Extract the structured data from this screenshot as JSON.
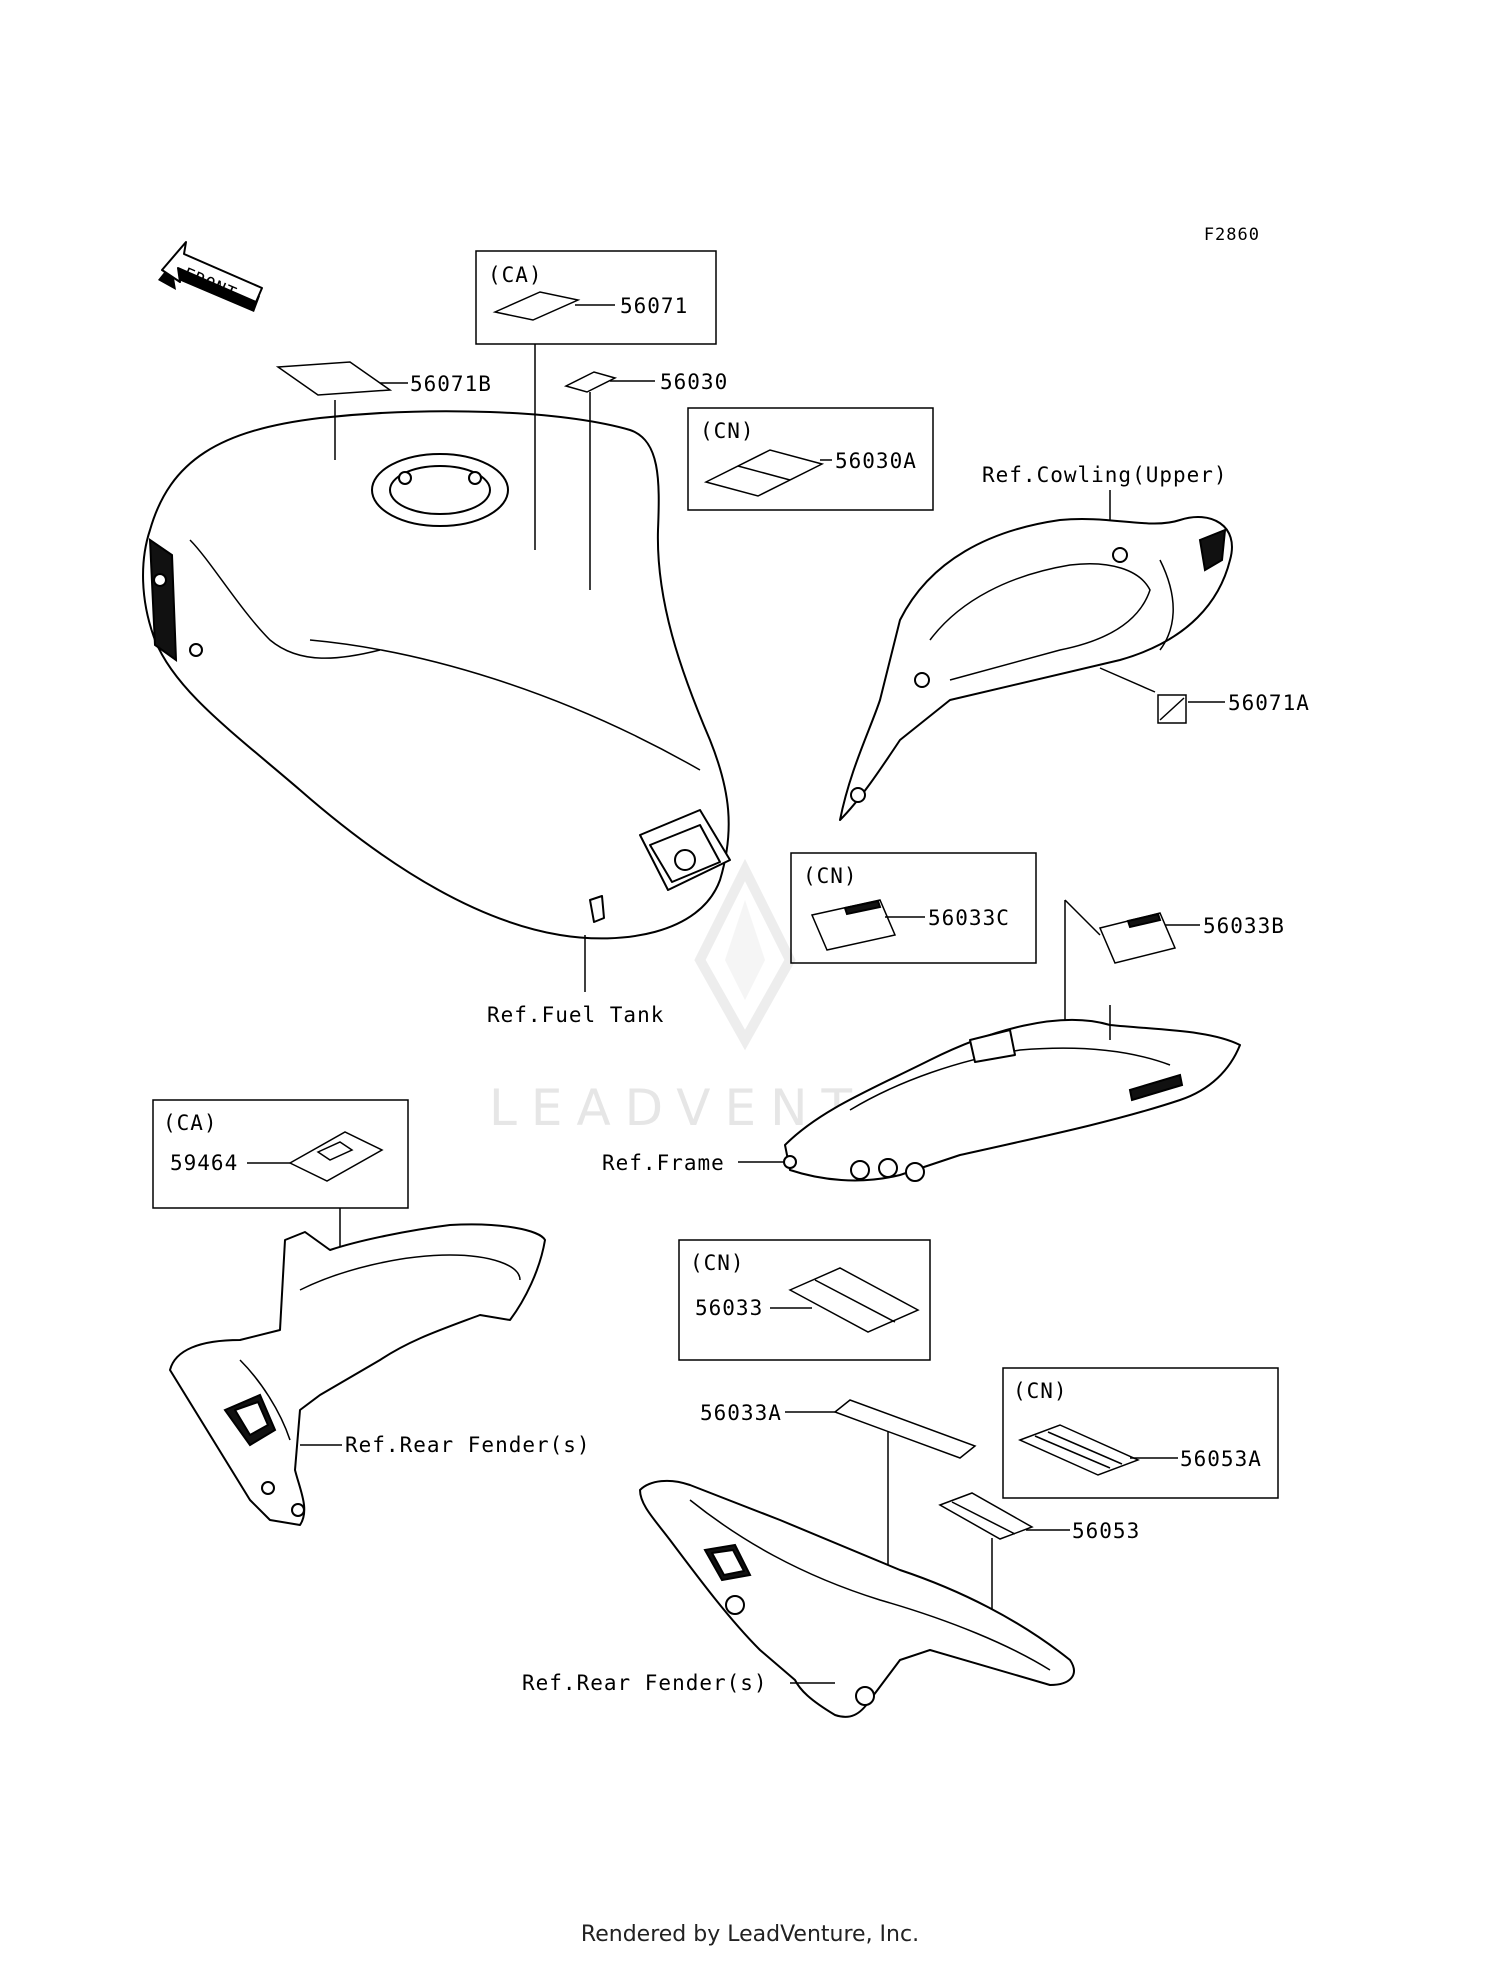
{
  "figure_code": "F2860",
  "front_arrow": "FRONT",
  "watermark": "LEADVENTURE",
  "footer": "Rendered by LeadVenture, Inc.",
  "callouts": {
    "p56071B": "56071B",
    "p56071": "56071",
    "p56030": "56030",
    "p56030A": "56030A",
    "p56071A": "56071A",
    "p56033C": "56033C",
    "p56033B": "56033B",
    "p59464": "59464",
    "p56033": "56033",
    "p56033A": "56033A",
    "p56053A": "56053A",
    "p56053": "56053"
  },
  "regions": {
    "ca1": "(CA)",
    "cn1": "(CN)",
    "cn2": "(CN)",
    "ca2": "(CA)",
    "cn3": "(CN)",
    "cn4": "(CN)"
  },
  "references": {
    "cowling_upper": "Ref.Cowling(Upper)",
    "fuel_tank": "Ref.Fuel Tank",
    "frame": "Ref.Frame",
    "rear_fender_1": "Ref.Rear Fender(s)",
    "rear_fender_2": "Ref.Rear Fender(s)"
  }
}
